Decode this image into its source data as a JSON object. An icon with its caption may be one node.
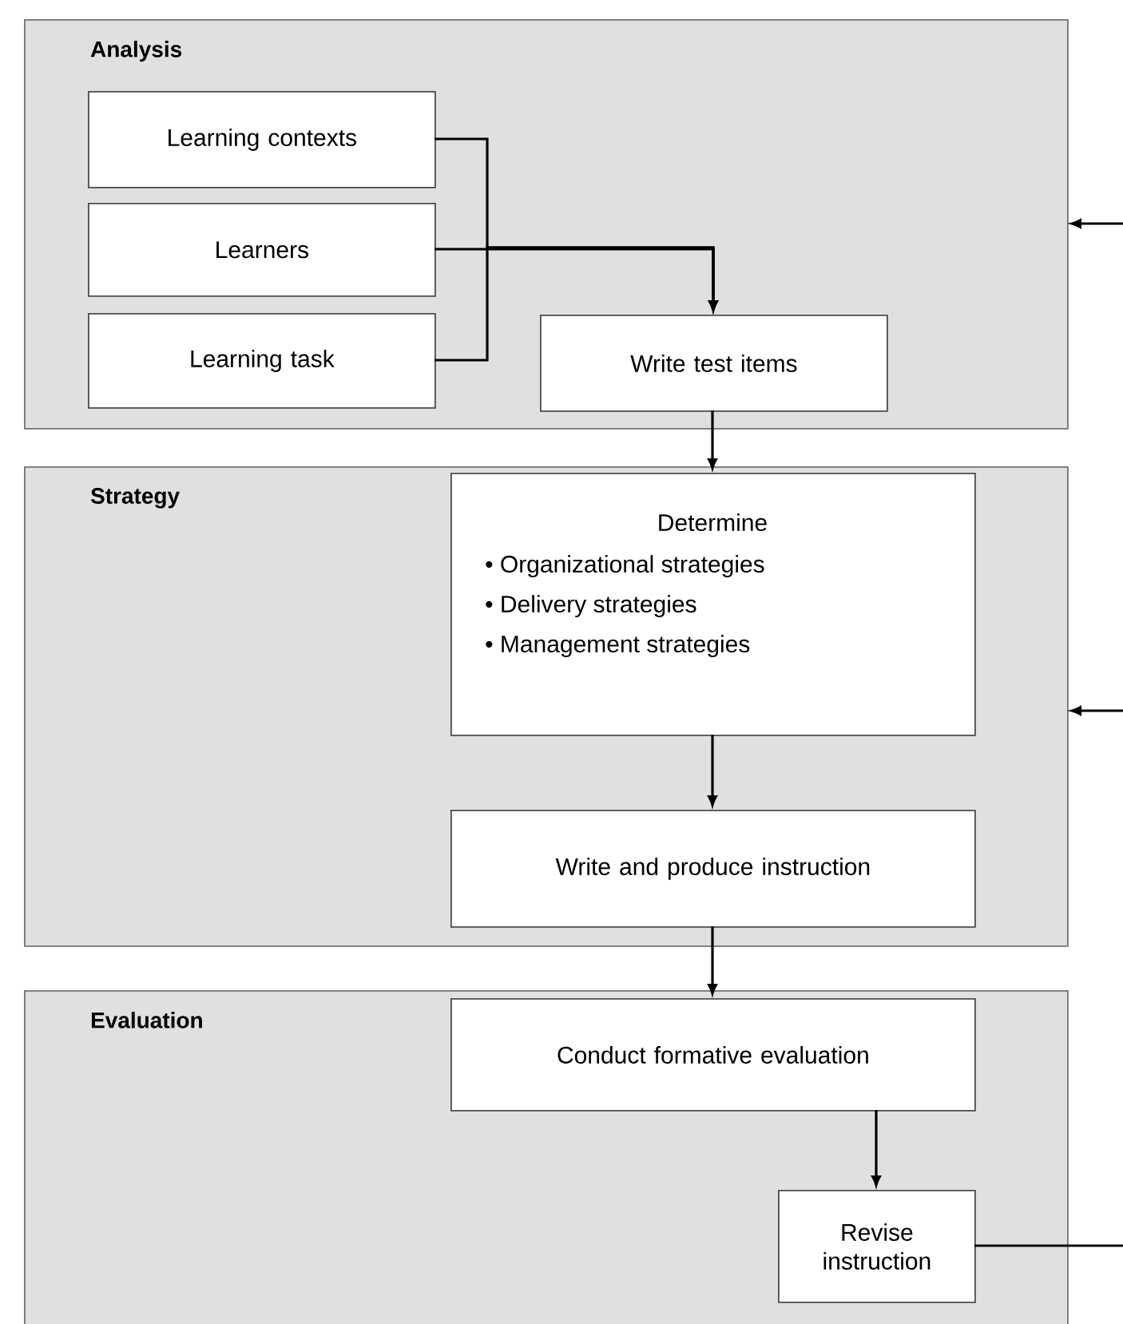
{
  "diagram": {
    "nodes": [
      {
        "text": [
          "Analysis"
        ]
      },
      {
        "text": [
          "Learning contexts"
        ],
        "in": 0
      },
      {
        "text": [
          "Learners"
        ],
        "in": 0
      },
      {
        "text": [
          "Learning task"
        ],
        "in": 0
      },
      {
        "text": [
          "Write test items"
        ],
        "in": 0
      },
      {
        "text": [
          "Strategy"
        ]
      },
      {
        "text": [
          "Determine",
          "• Organizational strategies",
          "• Delivery strategies",
          "• Management strategies"
        ],
        "in": 5
      },
      {
        "text": [
          "Write and produce instruction"
        ],
        "in": 5
      },
      {
        "text": [
          "Evaluation"
        ]
      },
      {
        "text": [
          "Conduct formative evaluation"
        ],
        "in": 8
      },
      {
        "text": [
          "Revise instruction"
        ],
        "in": 8
      }
    ],
    "edges": [
      {
        "from": 1,
        "to": 4,
        "arrow": "to"
      },
      {
        "from": 2,
        "to": 4,
        "arrow": "to"
      },
      {
        "from": 3,
        "to": 4,
        "arrow": "to"
      },
      {
        "from": 4,
        "to": 6,
        "arrow": "to"
      },
      {
        "from": 6,
        "to": 7,
        "arrow": "to"
      },
      {
        "from": 7,
        "to": 9,
        "arrow": "to"
      },
      {
        "from": 9,
        "to": 10,
        "arrow": "to"
      },
      {
        "from": 10,
        "to": null,
        "arrow": "none"
      },
      {
        "from": null,
        "to": 0,
        "arrow": "to"
      },
      {
        "from": null,
        "to": 5,
        "arrow": "to"
      }
    ]
  }
}
